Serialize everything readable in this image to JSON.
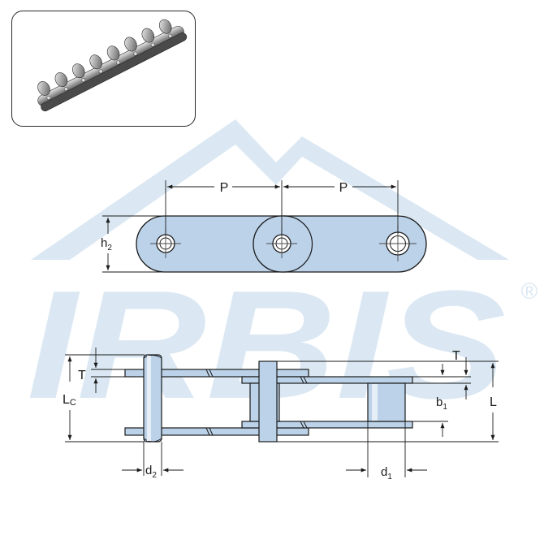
{
  "watermark": {
    "brand": "IRBIS",
    "registered_mark": "®",
    "color": "#dbe8f3"
  },
  "photo": {
    "subject": "roller-chain-photo"
  },
  "colors": {
    "part_fill": "#bcd2e9",
    "part_stroke": "#1a1a1a",
    "dimension_line": "#1a1a1a",
    "center_line": "#4a4a4a"
  },
  "dimensions": {
    "pitch_left": "P",
    "pitch_right": "P",
    "plate_height": {
      "main": "h",
      "sub": "2"
    },
    "plate_thickness_left": "T",
    "plate_thickness_right": "T",
    "inner_length": {
      "main": "L",
      "sub": "C"
    },
    "overall_length": "L",
    "inner_width": {
      "main": "b",
      "sub": "1"
    },
    "pin_diameter": {
      "main": "d",
      "sub": "2"
    },
    "roller_diameter": {
      "main": "d",
      "sub": "1"
    }
  }
}
